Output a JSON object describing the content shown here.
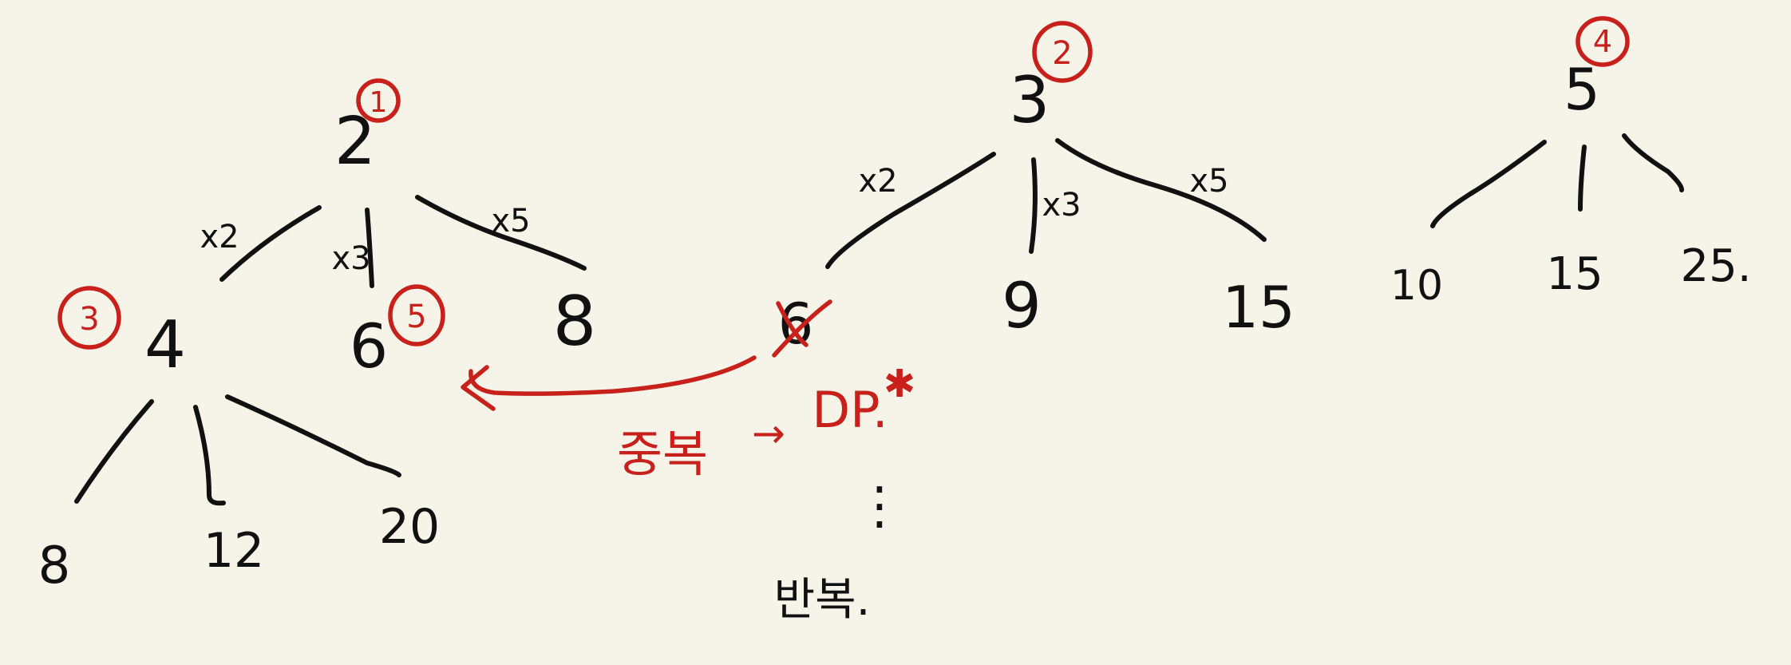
{
  "colors": {
    "background": "#f6f4e8",
    "ink": "#111111",
    "annotation": "#c8201a"
  },
  "trees": [
    {
      "root": "2",
      "order": "1",
      "children": [
        "4",
        "6",
        "8"
      ],
      "multipliers": [
        "x2",
        "x3",
        "x5"
      ]
    },
    {
      "root": "3",
      "order": "2",
      "children": [
        "6",
        "9",
        "15"
      ],
      "multipliers": [
        "x2",
        "x3",
        "x5"
      ]
    },
    {
      "root": "5",
      "order": "4",
      "children": [
        "10",
        "15",
        "25."
      ]
    }
  ],
  "subtree": {
    "root": "4",
    "order": "3",
    "children": [
      "8",
      "12",
      "20"
    ]
  },
  "node_six_order": "5",
  "annotations": {
    "duplicate": "중복",
    "arrow": "→",
    "dp": "DP.",
    "star": "✱",
    "ellipsis": "⋮",
    "repeat": "반복."
  }
}
